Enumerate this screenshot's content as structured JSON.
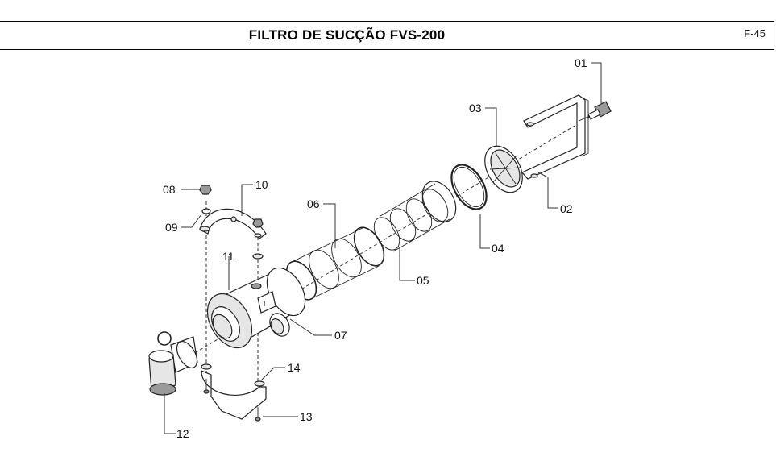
{
  "header": {
    "title": "FILTRO DE SUCÇÃO FVS-200",
    "page_code": "F-45"
  },
  "parts": {
    "p01": "01",
    "p02": "02",
    "p03": "03",
    "p04": "04",
    "p05": "05",
    "p06": "06",
    "p07": "07",
    "p08": "08",
    "p09": "09",
    "p10": "10",
    "p11": "11",
    "p12": "12",
    "p13": "13",
    "p14": "14"
  }
}
